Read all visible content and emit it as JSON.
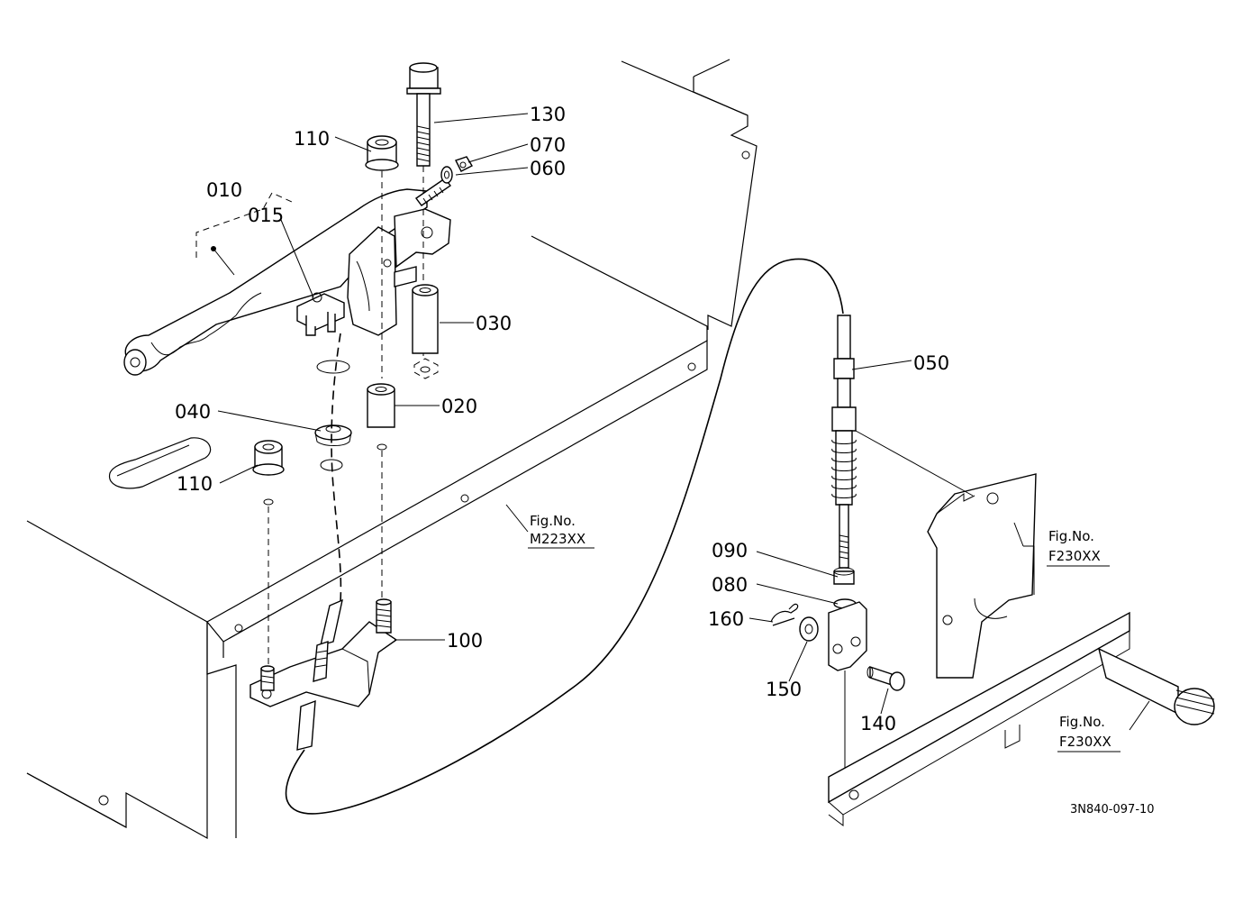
{
  "figure_code": "3N840-097-10",
  "callouts": {
    "p010": "010",
    "p015": "015",
    "p020": "020",
    "p030": "030",
    "p040": "040",
    "p050": "050",
    "p060": "060",
    "p070": "070",
    "p080": "080",
    "p090": "090",
    "p100": "100",
    "p110a": "110",
    "p110b": "110",
    "p130": "130",
    "p140": "140",
    "p150": "150",
    "p160": "160"
  },
  "fig_refs": {
    "m223": {
      "line1": "Fig.No.",
      "line2": "M223XX"
    },
    "f230a": {
      "line1": "Fig.No.",
      "line2": "F230XX"
    },
    "f230b": {
      "line1": "Fig.No.",
      "line2": "F230XX"
    }
  }
}
